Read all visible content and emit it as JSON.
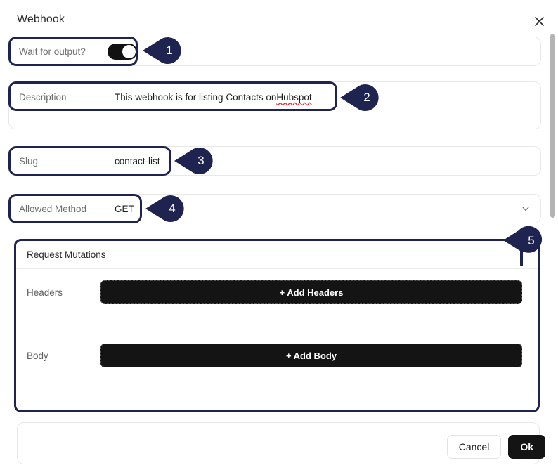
{
  "dialog": {
    "title": "Webhook",
    "close_icon": "close-icon",
    "scrollbar": "vertical-scrollbar"
  },
  "fields": {
    "wait_for_output": {
      "label": "Wait for output?",
      "toggle_state": "on"
    },
    "description": {
      "label": "Description",
      "value": "This webhook is for listing Contacts on ",
      "value_misspelled": "Hubspot"
    },
    "slug": {
      "label": "Slug",
      "value": "contact-list"
    },
    "allowed_method": {
      "label": "Allowed Method",
      "value": "GET",
      "chevron_icon": "chevron-down-icon"
    }
  },
  "request_mutations": {
    "title": "Request Mutations",
    "headers": {
      "label": "Headers",
      "button_label": "+ Add Headers"
    },
    "body": {
      "label": "Body",
      "button_label": "+ Add Body"
    }
  },
  "footer": {
    "cancel_label": "Cancel",
    "ok_label": "Ok"
  },
  "markers": [
    {
      "id": "1",
      "number": "1"
    },
    {
      "id": "2",
      "number": "2"
    },
    {
      "id": "3",
      "number": "3"
    },
    {
      "id": "4",
      "number": "4"
    },
    {
      "id": "5",
      "number": "5"
    }
  ],
  "colors": {
    "marker_navy": "#1e2350",
    "button_black": "#141414",
    "border_grey": "#e8e8e8",
    "label_grey": "#6e6e6e",
    "spellcheck_red": "#e03131"
  }
}
